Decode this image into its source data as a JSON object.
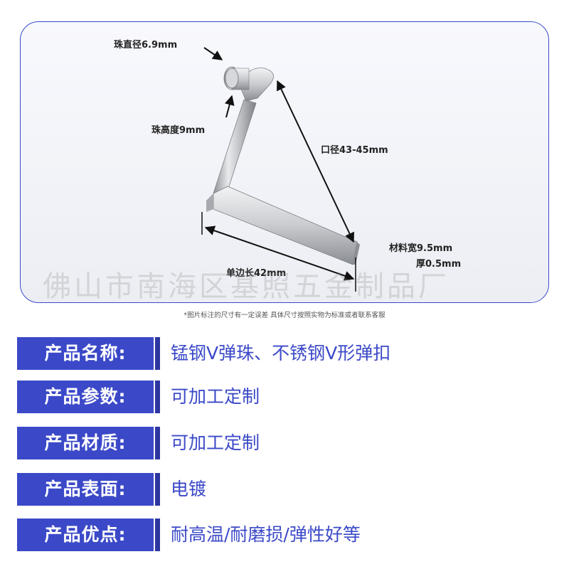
{
  "diagram": {
    "labels": {
      "bead_diameter": "珠直径6.9mm",
      "bead_height": "珠高度9mm",
      "opening": "口径43-45mm",
      "material_width": "材料宽9.5mm",
      "thickness": "厚0.5mm",
      "side_length": "单边长42mm"
    },
    "watermark": "佛山市南海区基照五金制品厂",
    "note": "*图片标注的尺寸有一定误差 具体尺寸按照实物为标准或者联系客服"
  },
  "specs": [
    {
      "label": "产品名称:",
      "value": "锰钢V弹珠、不锈钢V形弹扣"
    },
    {
      "label": "产品参数:",
      "value": "可加工定制"
    },
    {
      "label": "产品材质:",
      "value": "可加工定制"
    },
    {
      "label": "产品表面:",
      "value": "电镀"
    },
    {
      "label": "产品优点:",
      "value": "耐高温/耐磨损/弹性好等"
    }
  ],
  "colors": {
    "accent": "#3b49c8",
    "accent_dark": "#2d36a0"
  }
}
